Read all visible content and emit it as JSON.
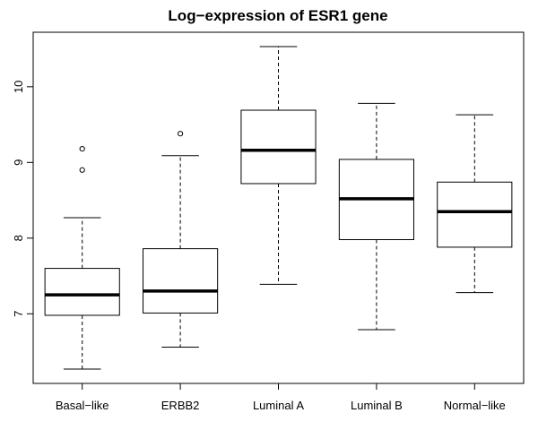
{
  "chart_data": {
    "type": "box",
    "title": "Log−expression of ESR1 gene",
    "xlabel": "",
    "ylabel": "",
    "ylim": [
      6.08,
      10.72
    ],
    "yticks": [
      7,
      8,
      9,
      10
    ],
    "ytick_labels": [
      "7",
      "8",
      "9",
      "10"
    ],
    "grid": false,
    "legend": "none",
    "categories": [
      "Basal−like",
      "ERBB2",
      "Luminal A",
      "Luminal B",
      "Normal−like"
    ],
    "boxes": [
      {
        "lower_whisker": 6.27,
        "q1": 6.98,
        "median": 7.25,
        "q3": 7.6,
        "upper_whisker": 8.27,
        "outliers": [
          8.9,
          9.18
        ]
      },
      {
        "lower_whisker": 6.56,
        "q1": 7.01,
        "median": 7.3,
        "q3": 7.86,
        "upper_whisker": 9.09,
        "outliers": [
          9.38
        ]
      },
      {
        "lower_whisker": 7.39,
        "q1": 8.72,
        "median": 9.16,
        "q3": 9.69,
        "upper_whisker": 10.53,
        "outliers": []
      },
      {
        "lower_whisker": 6.79,
        "q1": 7.98,
        "median": 8.52,
        "q3": 9.04,
        "upper_whisker": 9.78,
        "outliers": []
      },
      {
        "lower_whisker": 7.28,
        "q1": 7.88,
        "median": 8.35,
        "q3": 8.74,
        "upper_whisker": 9.63,
        "outliers": []
      }
    ],
    "colors": {
      "box_fill": "#ffffff",
      "stroke": "#000000",
      "median": "#000000"
    }
  }
}
